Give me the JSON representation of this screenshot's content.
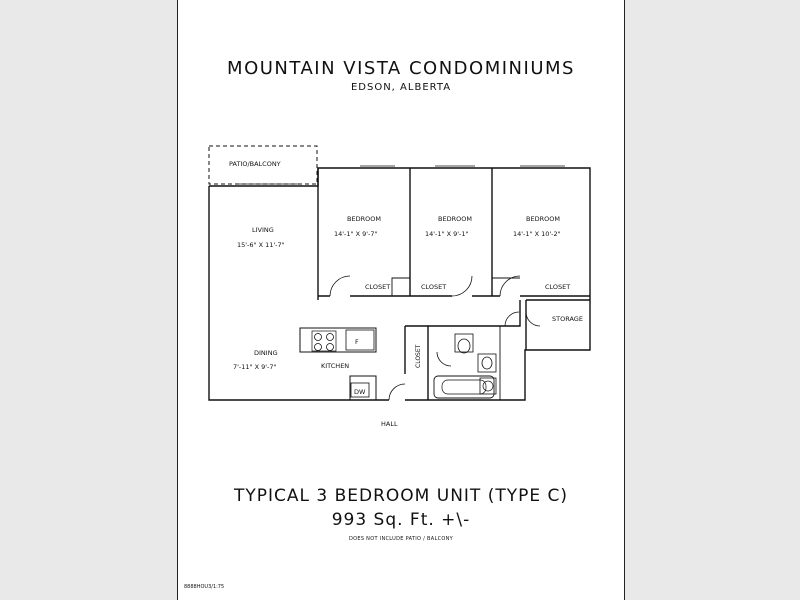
{
  "header": {
    "title": "MOUNTAIN VISTA CONDOMINIUMS",
    "subtitle": "EDSON, ALBERTA"
  },
  "rooms": {
    "patio": "PATIO/BALCONY",
    "living": {
      "name": "LIVING",
      "dims": "15'-6\" X 11'-7\""
    },
    "dining": {
      "name": "DINING",
      "dims": "7'-11\" X 9'-7\""
    },
    "kitchen": "KITCHEN",
    "bedroom1": {
      "name": "BEDROOM",
      "dims": "14'-1\" X 9'-7\""
    },
    "bedroom2": {
      "name": "BEDROOM",
      "dims": "14'-1\" X 9'-1\""
    },
    "bedroom3": {
      "name": "BEDROOM",
      "dims": "14'-1\" X 10'-2\""
    },
    "closet1": "CLOSET",
    "closet2": "CLOSET",
    "closet3": "CLOSET",
    "closet_hall": "CLOSET",
    "storage": "STORAGE",
    "hall": "HALL",
    "fridge": "F",
    "dishwasher": "DW"
  },
  "footer": {
    "unit": "TYPICAL 3 BEDROOM UNIT (TYPE C)",
    "area": "993 Sq. Ft. +\\-",
    "note": "DOES NOT INCLUDE PATIO / BALCONY",
    "ref": "8888HOU3/1:75"
  }
}
